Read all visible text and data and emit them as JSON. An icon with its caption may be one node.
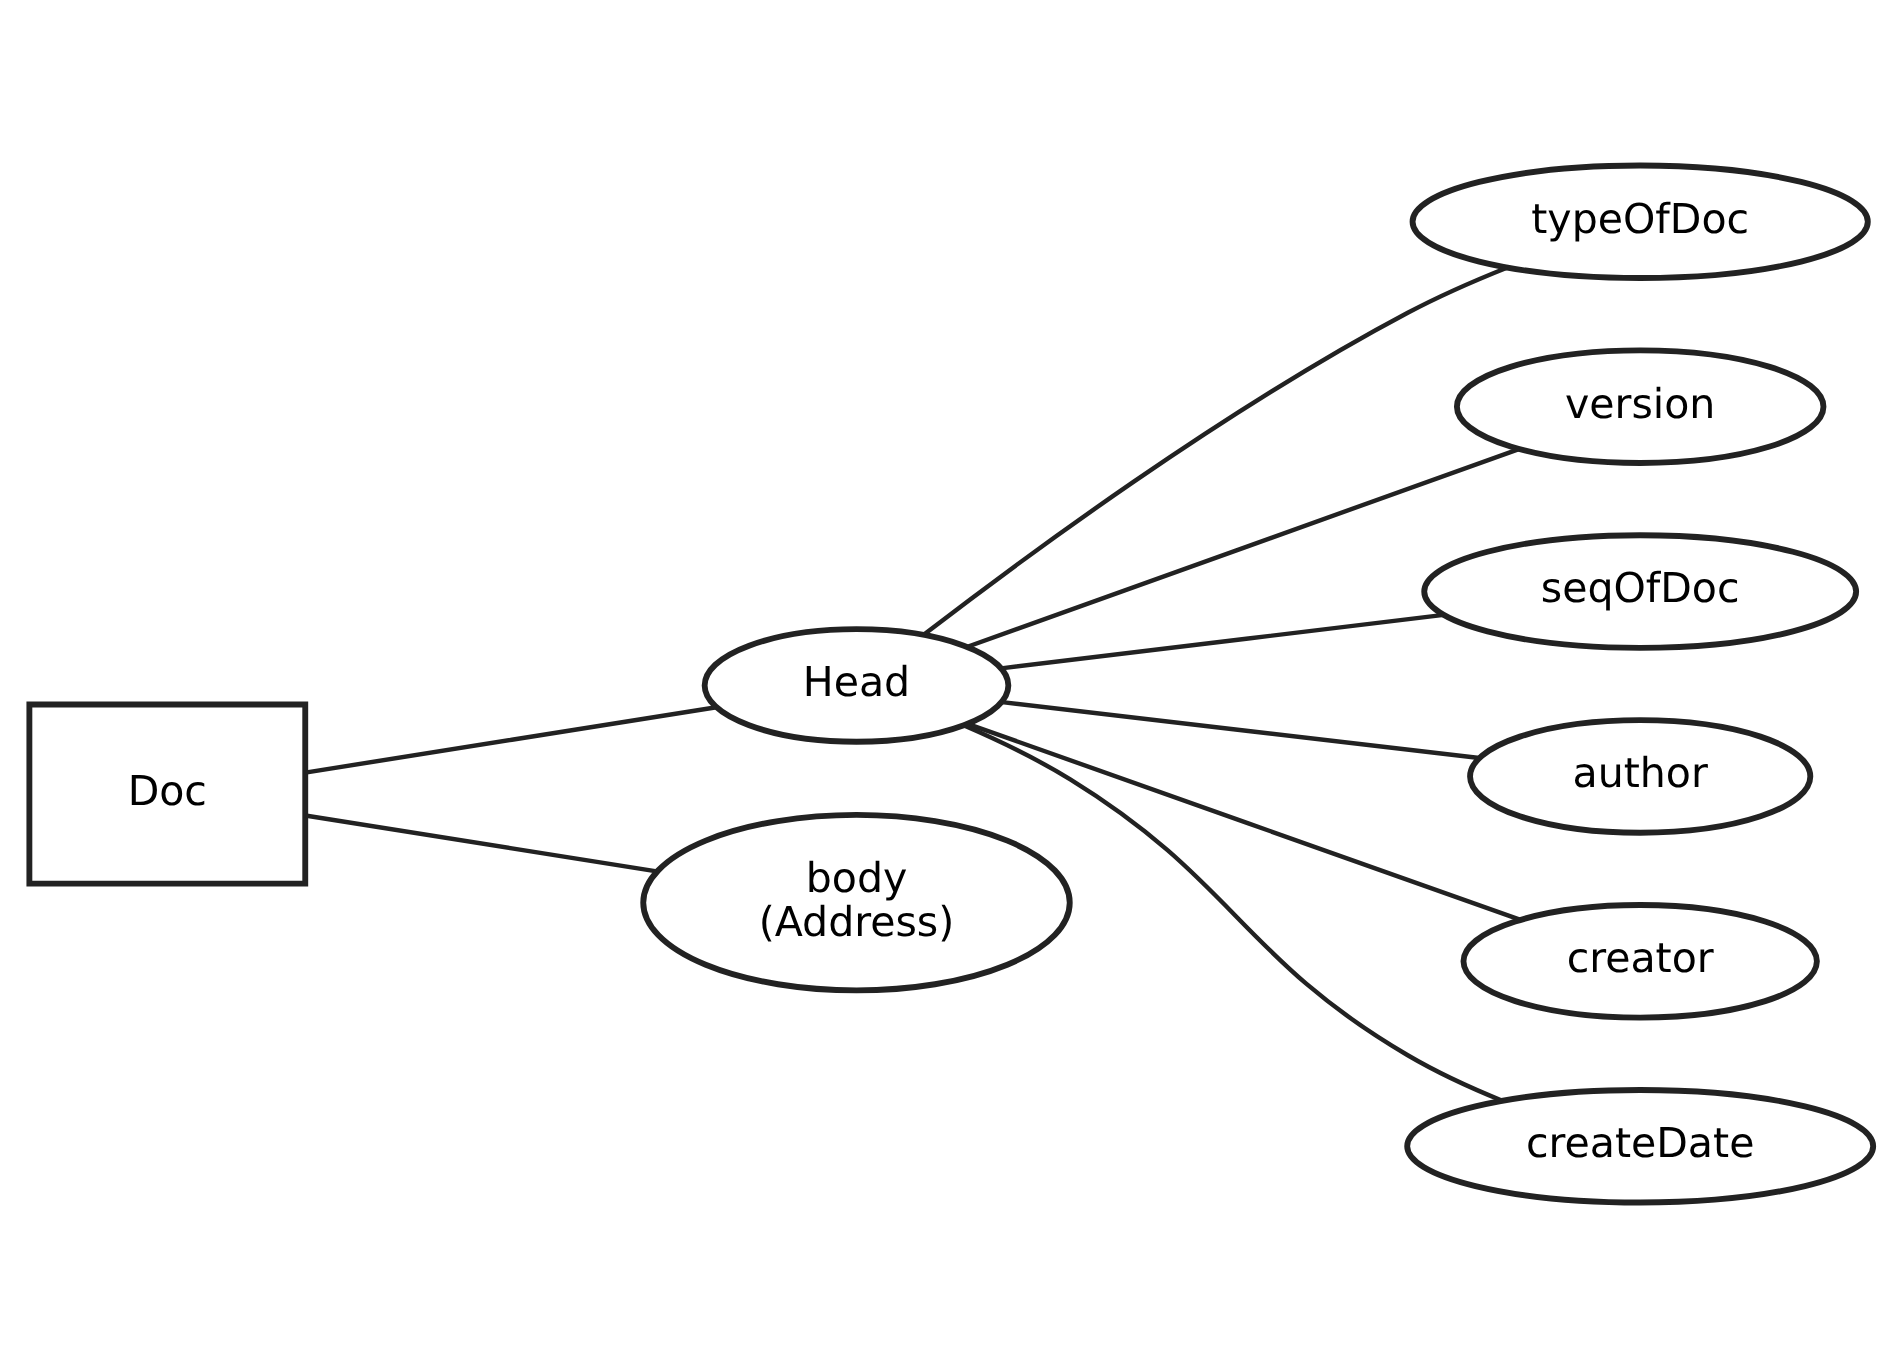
{
  "diagram": {
    "nodes": [
      {
        "text": [
          "Doc"
        ]
      },
      {
        "text": [
          "Head"
        ]
      },
      {
        "text": [
          "typeOfDoc"
        ]
      },
      {
        "text": [
          "version"
        ]
      },
      {
        "text": [
          "seqOfDoc"
        ]
      },
      {
        "text": [
          "author"
        ]
      },
      {
        "text": [
          "creator"
        ]
      },
      {
        "text": [
          "createDate"
        ]
      },
      {
        "text": [
          "body (Address)"
        ]
      }
    ],
    "edges": [
      {
        "from": 0,
        "to": 1,
        "arrow": "none"
      },
      {
        "from": 0,
        "to": 8,
        "arrow": "none"
      },
      {
        "from": 1,
        "to": 2,
        "arrow": "none"
      },
      {
        "from": 1,
        "to": 3,
        "arrow": "none"
      },
      {
        "from": 1,
        "to": 4,
        "arrow": "none"
      },
      {
        "from": 1,
        "to": 5,
        "arrow": "none"
      },
      {
        "from": 1,
        "to": 6,
        "arrow": "none"
      },
      {
        "from": 1,
        "to": 7,
        "arrow": "none"
      }
    ]
  }
}
